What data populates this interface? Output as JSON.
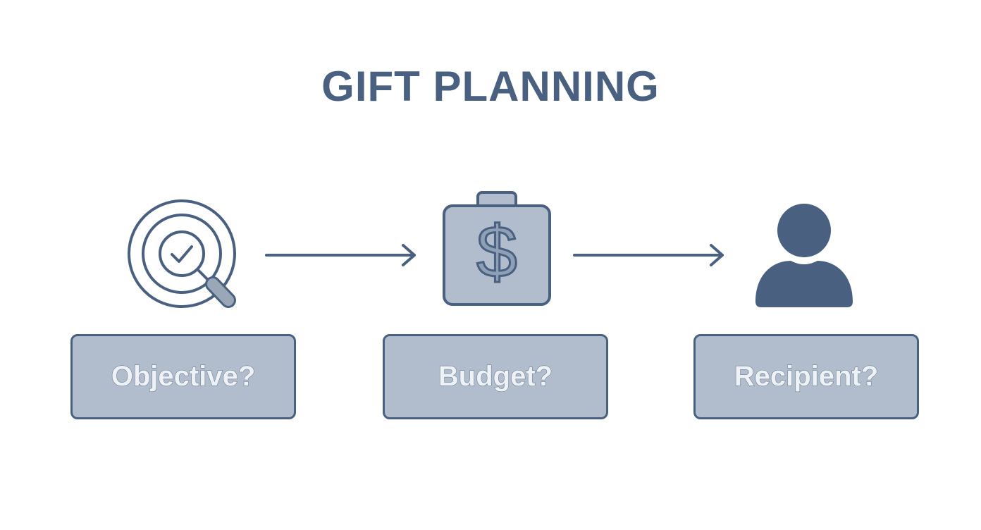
{
  "title": "GIFT PLANNING",
  "steps": [
    {
      "label": "Objective?",
      "icon": "target-search-icon"
    },
    {
      "label": "Budget?",
      "icon": "money-bag-icon"
    },
    {
      "label": "Recipient?",
      "icon": "person-icon"
    }
  ],
  "colors": {
    "primary": "#4a6080",
    "box_fill": "#b1bdcc",
    "box_text": "#eef2f6",
    "background": "#ffffff"
  }
}
